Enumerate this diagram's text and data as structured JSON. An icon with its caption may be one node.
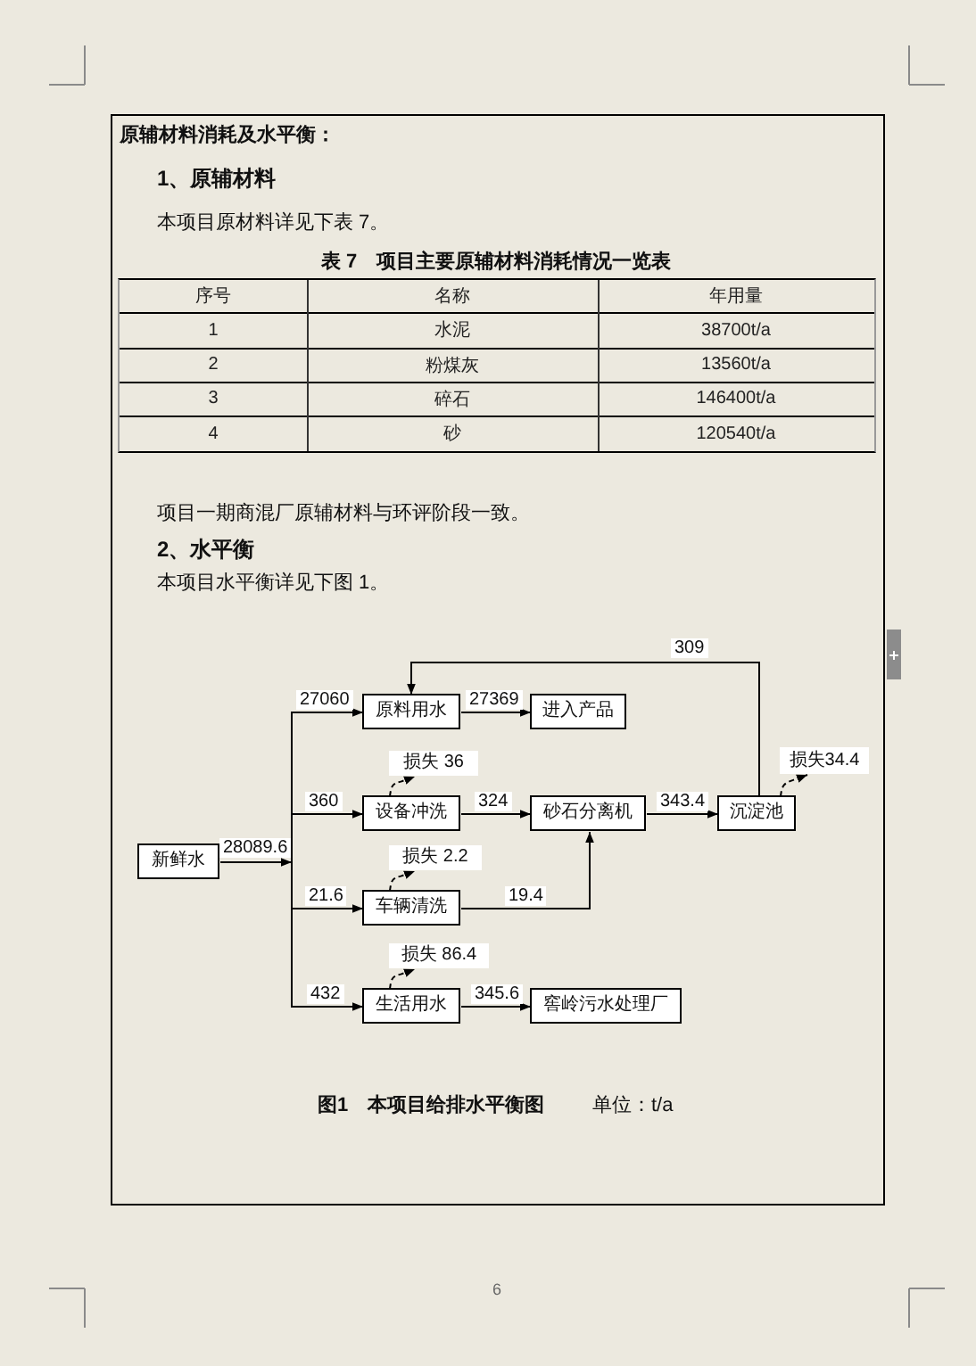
{
  "diagram": {
    "caption": "图1　本项目给排水平衡图",
    "nodes": [
      {
        "text": [
          "新鲜水"
        ]
      },
      {
        "text": [
          "原料用水"
        ]
      },
      {
        "text": [
          "进入产品"
        ]
      },
      {
        "text": [
          "损失 36"
        ]
      },
      {
        "text": [
          "设备冲洗"
        ]
      },
      {
        "text": [
          "砂石分离机"
        ]
      },
      {
        "text": [
          "损失34.4"
        ]
      },
      {
        "text": [
          "沉淀池"
        ]
      },
      {
        "text": [
          "损失 2.2"
        ]
      },
      {
        "text": [
          "车辆清洗"
        ]
      },
      {
        "text": [
          "损失 86.4"
        ]
      },
      {
        "text": [
          "生活用水"
        ]
      },
      {
        "text": [
          "窖岭污水处理厂"
        ]
      }
    ],
    "edges": [
      {
        "from": 0,
        "to": 1,
        "arrow": "to",
        "label": "27060"
      },
      {
        "from": 0,
        "to": 4,
        "arrow": "to",
        "label": "360"
      },
      {
        "from": 0,
        "to": 9,
        "arrow": "to",
        "label": "21.6"
      },
      {
        "from": 0,
        "to": 11,
        "arrow": "to",
        "label": "432"
      },
      {
        "from": 1,
        "to": 2,
        "arrow": "to",
        "label": "27369"
      },
      {
        "from": 4,
        "to": 5,
        "arrow": "to",
        "label": "324"
      },
      {
        "from": 9,
        "to": 5,
        "arrow": "to",
        "label": "19.4"
      },
      {
        "from": 5,
        "to": 7,
        "arrow": "to",
        "label": "343.4"
      },
      {
        "from": 7,
        "to": 1,
        "arrow": "to",
        "label": "309"
      },
      {
        "from": 11,
        "to": 12,
        "arrow": "to",
        "label": "345.6"
      },
      {
        "from": 4,
        "to": 3,
        "arrow": "to",
        "style": "dashed"
      },
      {
        "from": 9,
        "to": 8,
        "arrow": "to",
        "style": "dashed"
      },
      {
        "from": 11,
        "to": 10,
        "arrow": "to",
        "style": "dashed"
      },
      {
        "from": 7,
        "to": 6,
        "arrow": "to",
        "style": "dashed"
      }
    ],
    "labels": [
      "原辅材料消耗及水平衡：",
      "1、原辅材料",
      "本项目原材料详见下表 7。",
      "表 7　项目主要原辅材料消耗情况一览表",
      "序号",
      "名称",
      "年用量",
      "1",
      "水泥",
      "38700t/a",
      "2",
      "粉煤灰",
      "13560t/a",
      "3",
      "碎石",
      "146400t/a",
      "4",
      "砂",
      "120540t/a",
      "项目一期商混厂原辅材料与环评阶段一致。",
      "2、水平衡",
      "本项目水平衡详见下图 1。",
      "28089.6",
      "单位：t/a",
      "6"
    ]
  }
}
